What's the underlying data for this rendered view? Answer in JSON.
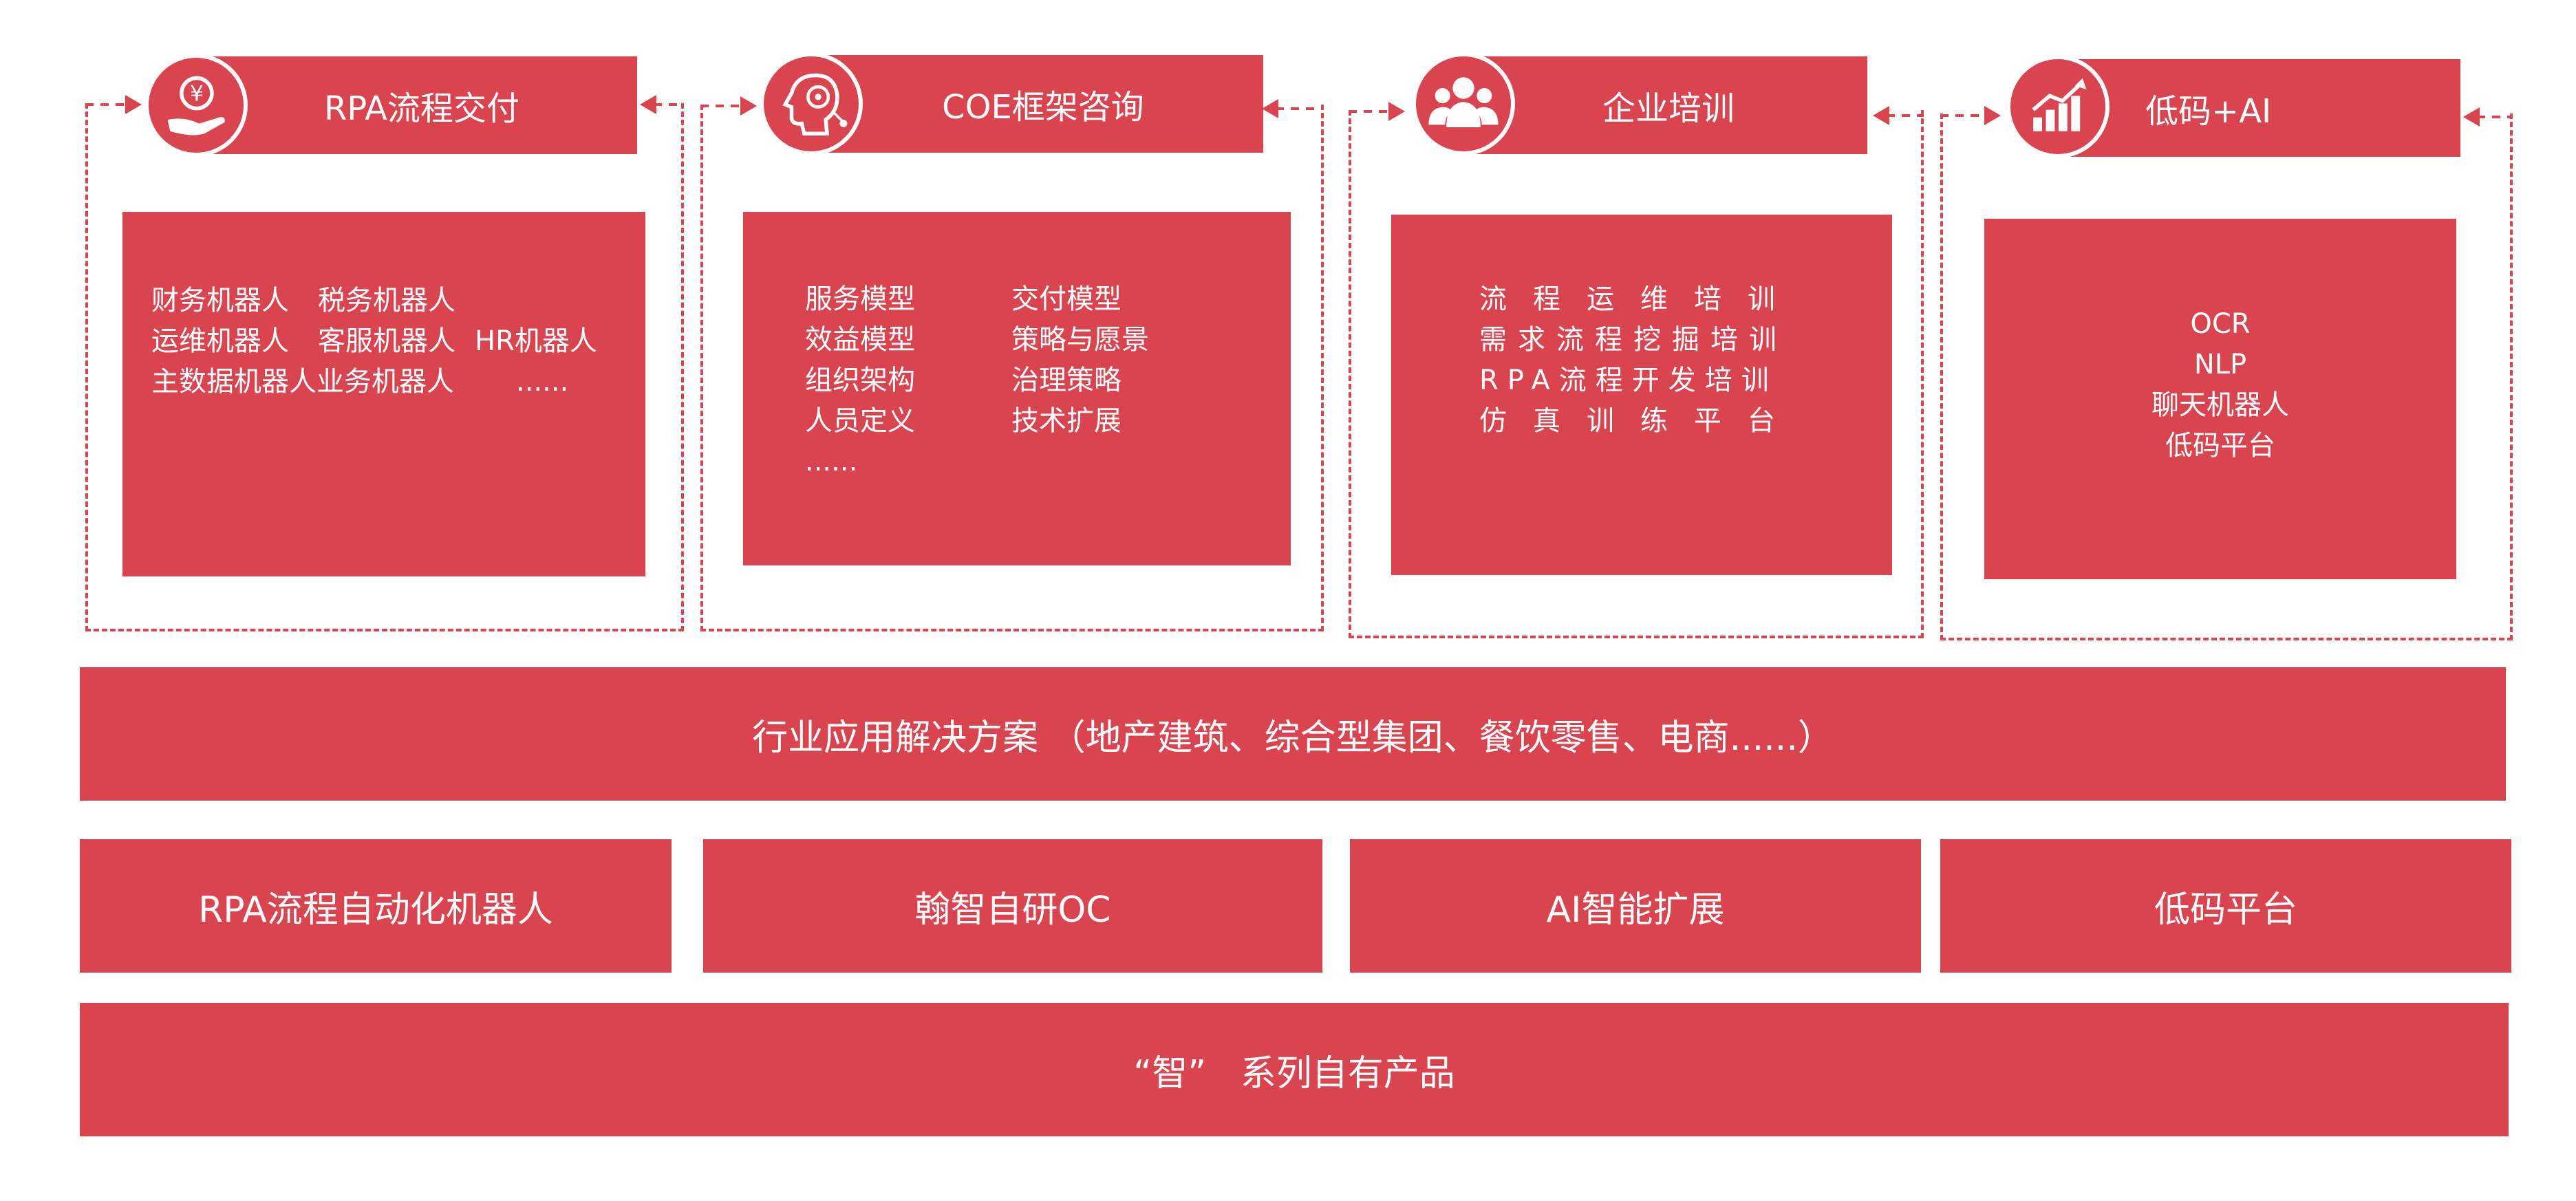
{
  "colors": {
    "accent": "#d9444f",
    "background": "#ffffff",
    "text": "#ffffff"
  },
  "modules": [
    {
      "title": "RPA流程交付",
      "icon": "hand-yen-icon",
      "rows": [
        [
          "财务机器人",
          "税务机器人"
        ],
        [
          "运维机器人",
          "客服机器人",
          "HR机器人"
        ],
        [
          "主数据机器人",
          "业务机器人",
          "......"
        ]
      ]
    },
    {
      "title": "COE框架咨询",
      "icon": "ai-head-icon",
      "rows": [
        [
          "服务模型",
          "交付模型"
        ],
        [
          "效益模型",
          "策略与愿景"
        ],
        [
          "组织架构",
          "治理策略"
        ],
        [
          "人员定义",
          "技术扩展"
        ],
        [
          "......"
        ]
      ]
    },
    {
      "title": "企业培训",
      "icon": "people-group-icon",
      "rows": [
        [
          "流程运维培训"
        ],
        [
          "需求流程挖掘培训"
        ],
        [
          "RPA流程开发培训"
        ],
        [
          "仿真训练平台"
        ]
      ]
    },
    {
      "title": "低码+AI",
      "icon": "bar-chart-icon",
      "rows": [
        [
          "OCR"
        ],
        [
          "NLP"
        ],
        [
          "聊天机器人"
        ],
        [
          "低码平台"
        ]
      ]
    }
  ],
  "industry_band": "行业应用解决方案 （地产建筑、综合型集团、餐饮零售、电商......）",
  "product_boxes": [
    "RPA流程自动化机器人",
    "翰智自研OC",
    "AI智能扩展",
    "低码平台"
  ],
  "foundation_band": "“智”   系列自有产品"
}
